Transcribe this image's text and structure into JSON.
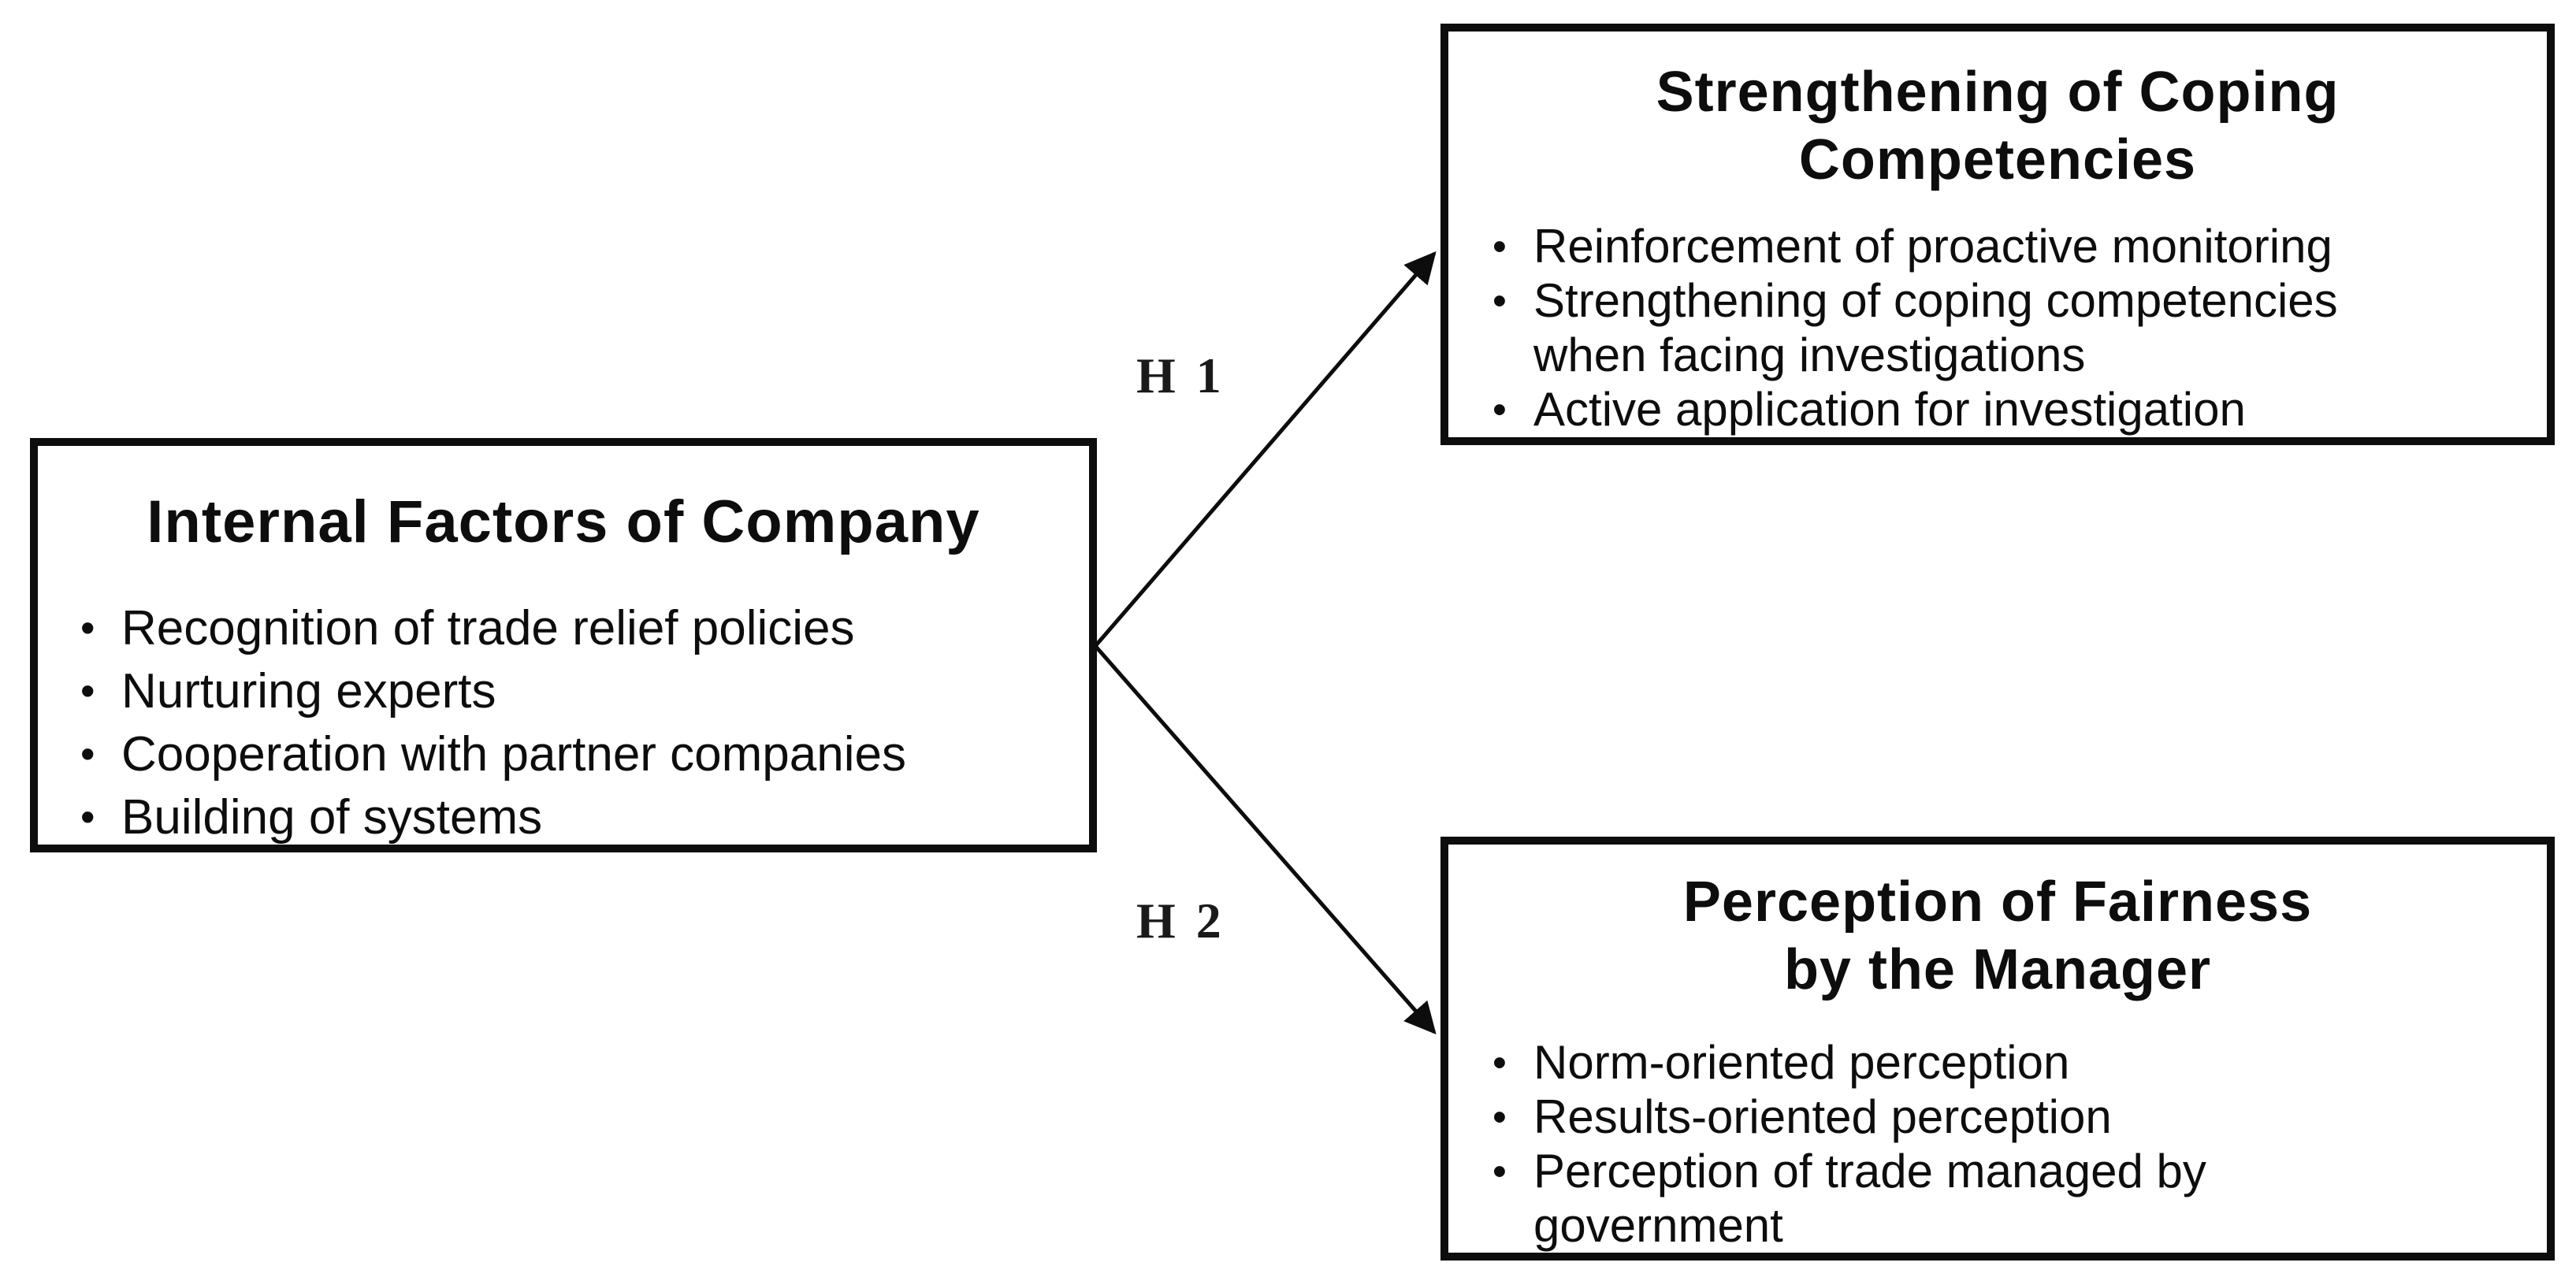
{
  "figure": {
    "colors": {
      "background": "#ffffff",
      "line": "#0d0d0d",
      "text": "#0d0d0d"
    },
    "bullet_char": "•",
    "left_box": {
      "title": "Internal Factors of Company",
      "items": [
        "Recognition of trade relief policies",
        "Nurturing experts",
        "Cooperation with partner companies",
        "Building of systems"
      ]
    },
    "top_right_box": {
      "title": "Strengthening of Coping\nCompetencies",
      "items": [
        "Reinforcement of proactive monitoring",
        "Strengthening of coping competencies\nwhen facing investigations",
        "Active application for investigation"
      ]
    },
    "bottom_right_box": {
      "title": "Perception of Fairness\nby the Manager",
      "items": [
        "Norm-oriented perception",
        "Results-oriented perception",
        "Perception of trade managed by\ngovernment"
      ]
    },
    "hypotheses": {
      "h1_label": "H 1",
      "h2_label": "H 2"
    }
  }
}
